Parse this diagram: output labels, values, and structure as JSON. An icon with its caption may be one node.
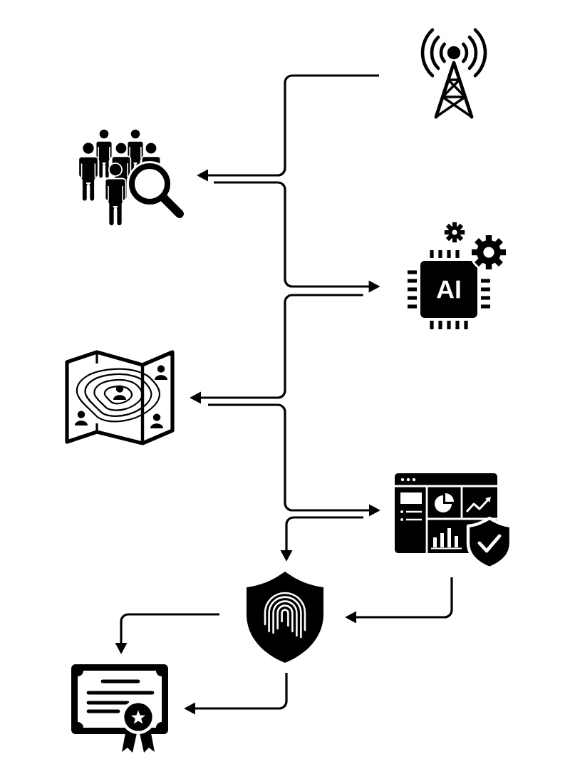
{
  "diagram": {
    "nodes": [
      {
        "text": [],
        "shape": "picture"
      },
      {
        "text": [],
        "shape": "picture"
      },
      {
        "text": [
          "AI"
        ]
      },
      {
        "text": [],
        "shape": "picture"
      },
      {
        "text": [],
        "shape": "picture"
      },
      {
        "text": [],
        "shape": "picture"
      },
      {
        "text": [],
        "shape": "picture"
      }
    ],
    "edges": [
      {
        "from": 0,
        "to": 1,
        "arrow": "to"
      },
      {
        "from": 1,
        "to": 2,
        "arrow": "to"
      },
      {
        "from": 2,
        "to": 3,
        "arrow": "to"
      },
      {
        "from": 3,
        "to": 4,
        "arrow": "to"
      },
      {
        "from": 4,
        "to": 5,
        "arrow": "to"
      },
      {
        "from": 4,
        "to": 5,
        "arrow": "to"
      },
      {
        "from": 5,
        "to": 6,
        "arrow": "to"
      },
      {
        "from": 5,
        "to": 6,
        "arrow": "to"
      }
    ]
  }
}
